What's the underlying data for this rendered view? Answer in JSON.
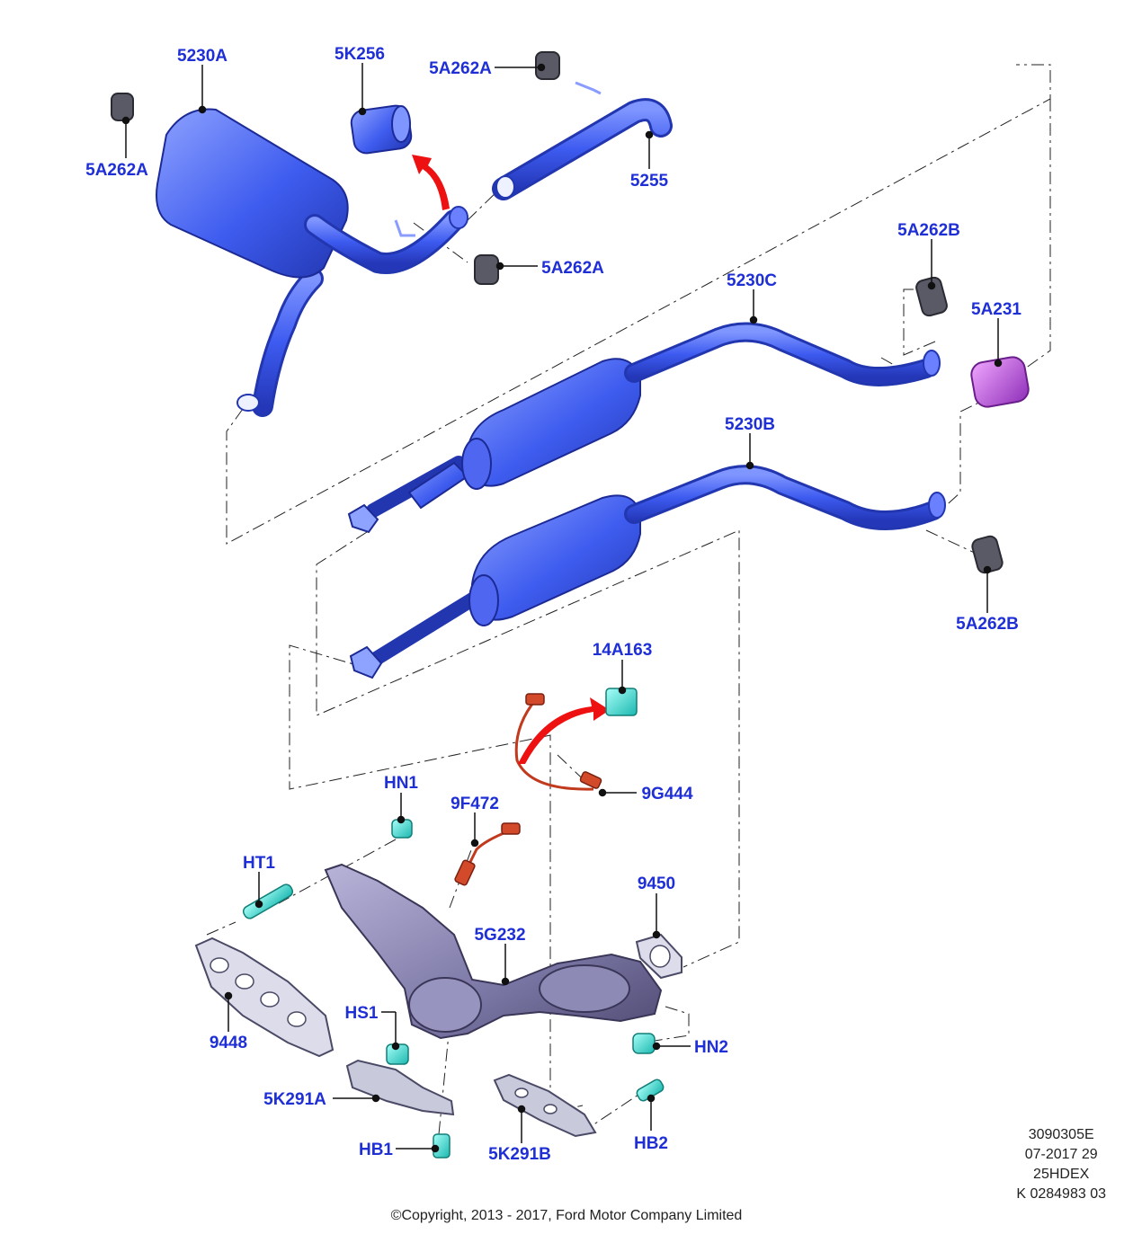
{
  "callouts": {
    "c5230A": "5230A",
    "c5K256": "5K256",
    "c5A262A_top": "5A262A",
    "c5A262A_left": "5A262A",
    "c5255": "5255",
    "c5A262A_mid": "5A262A",
    "c5A262B_top": "5A262B",
    "c5230C": "5230C",
    "c5A231": "5A231",
    "c5230B": "5230B",
    "c5A262B_bot": "5A262B",
    "c14A163": "14A163",
    "cHN1": "HN1",
    "c9F472": "9F472",
    "c9G444": "9G444",
    "cHT1": "HT1",
    "c9450": "9450",
    "c5G232": "5G232",
    "cHS1": "HS1",
    "c9448": "9448",
    "cHN2": "HN2",
    "c5K291A": "5K291A",
    "c5K291B": "5K291B",
    "cHB1": "HB1",
    "cHB2": "HB2"
  },
  "meta": {
    "line1": "3090305E",
    "line2": "07-2017 29",
    "line3": "25HDEX",
    "line4": "K 0284983 03"
  },
  "copyright": "©Copyright, 2013 - 2017, Ford Motor Company Limited",
  "colors": {
    "label": "#1f2fd6",
    "pipe": "#3d5bf0",
    "rubber": "#55555f",
    "cyan_part": "#2de0d8",
    "sensor": "#d24a2a",
    "manifold": "#8a86b0",
    "clamp": "#c060e0",
    "arrow": "#ee1111"
  }
}
